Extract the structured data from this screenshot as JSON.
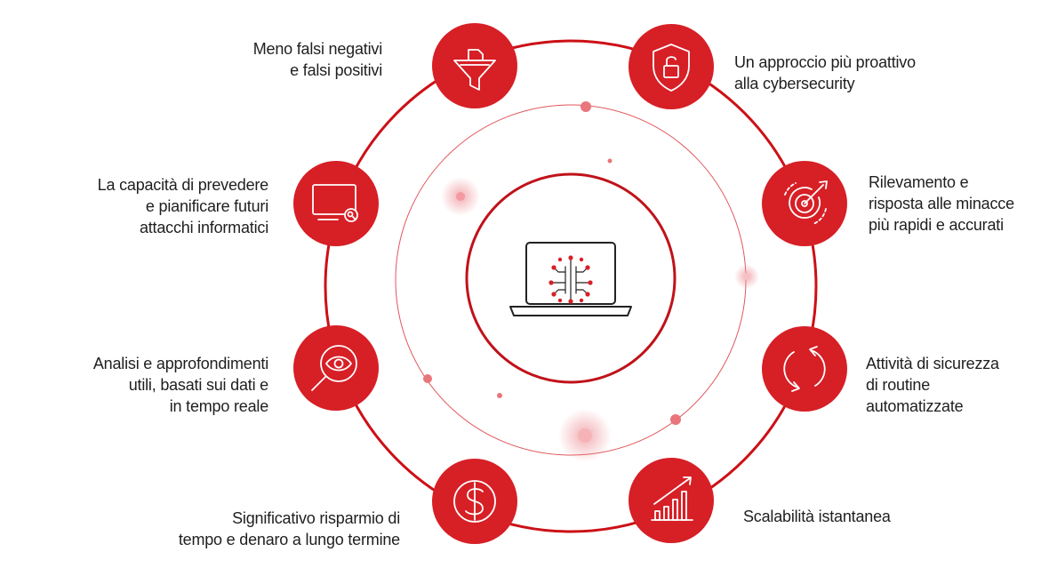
{
  "colors": {
    "accent": "#d71f26",
    "ring": "#cc1016",
    "text": "#1f1f1f",
    "icon_stroke": "#ffffff",
    "laptop": "#222222"
  },
  "center": {
    "icon": "laptop-circuit-icon"
  },
  "features": [
    {
      "icon": "funnel-document-icon",
      "lines": [
        "Meno falsi negativi",
        "e falsi positivi"
      ]
    },
    {
      "icon": "shield-unlock-icon",
      "lines": [
        "Un approccio più proattivo",
        "alla cybersecurity"
      ]
    },
    {
      "icon": "target-arrow-icon",
      "lines": [
        "Rilevamento e",
        "risposta alle minacce",
        "più rapidi e accurati"
      ]
    },
    {
      "icon": "refresh-cycle-icon",
      "lines": [
        "Attività di sicurezza",
        "di routine",
        "automatizzate"
      ]
    },
    {
      "icon": "growth-chart-icon",
      "lines": [
        "Scalabilità istantanea"
      ]
    },
    {
      "icon": "dollar-coin-icon",
      "lines": [
        "Significativo risparmio di",
        "tempo e denaro a lungo termine"
      ]
    },
    {
      "icon": "eye-magnifier-icon",
      "lines": [
        "Analisi e approfondimenti",
        "utili, basati sui dati e",
        "in tempo reale"
      ]
    },
    {
      "icon": "monitor-search-icon",
      "lines": [
        "La capacità di prevedere",
        "e pianificare futuri",
        "attacchi informatici"
      ]
    }
  ]
}
